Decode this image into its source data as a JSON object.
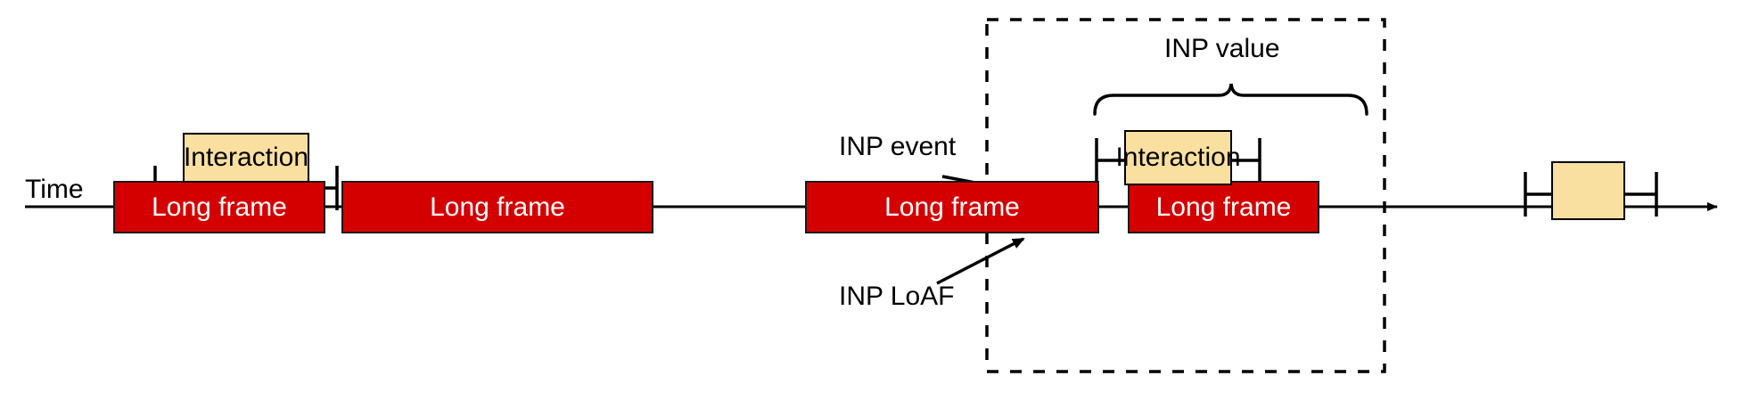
{
  "diagram": {
    "title": "INP and Long Animation Frame timeline",
    "type": "timeline",
    "axis": {
      "label": "Time",
      "direction": "left-to-right",
      "arrowhead": true
    },
    "colors": {
      "long_frame_fill": "#D40000",
      "long_frame_text": "#FFFFFF",
      "interaction_fill": "#FAE0A0",
      "interaction_text": "#000000",
      "stroke": "#000000",
      "background": "#FFFFFF"
    },
    "frames": [
      {
        "label": "Long frame",
        "index": 1,
        "highlighted": false
      },
      {
        "label": "Long frame",
        "index": 2,
        "highlighted": false
      },
      {
        "label": "Long frame",
        "index": 3,
        "highlighted": true
      },
      {
        "label": "Long frame",
        "index": 4,
        "highlighted": false
      }
    ],
    "interactions": [
      {
        "label": "Interaction",
        "index": 1,
        "has_whiskers": true
      },
      {
        "label": "Interaction",
        "index": 2,
        "has_whiskers": true
      },
      {
        "label": "",
        "index": 3,
        "has_whiskers": true
      }
    ],
    "annotations": {
      "inp_value": {
        "label": "INP value",
        "marker": "curly-brace",
        "describes": "span of the INP interaction including whiskers"
      },
      "inp_event": {
        "label": "INP event",
        "marker": "arrow",
        "points_to": "interaction-box-2"
      },
      "inp_loaf": {
        "label": "INP LoAF",
        "marker": "arrow",
        "points_to": "long-frame-3"
      },
      "highlight_region": {
        "style": "dashed-rectangle",
        "contains": "INP interaction and its long animation frame"
      }
    }
  }
}
